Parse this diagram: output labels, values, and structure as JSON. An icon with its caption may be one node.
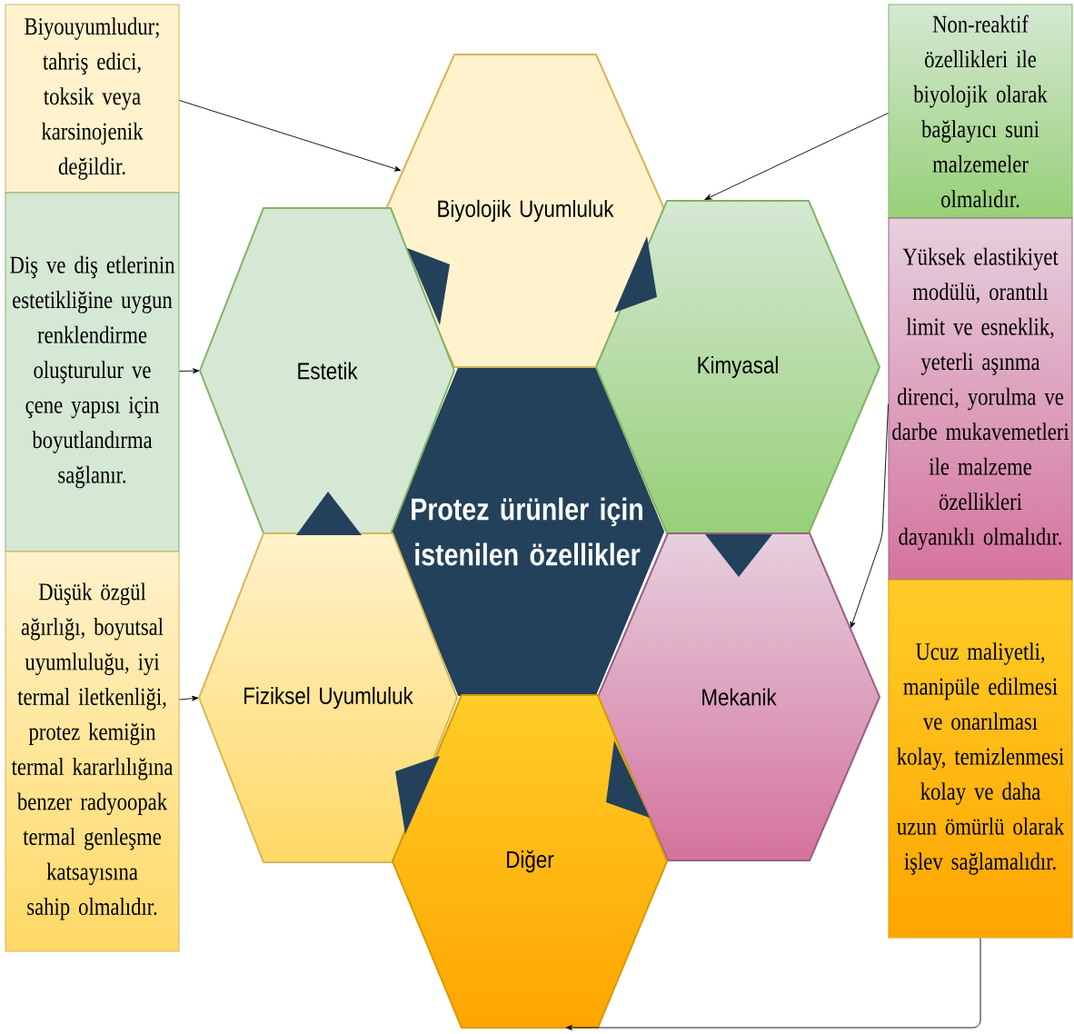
{
  "diagram": {
    "nodes": [
      {
        "text": [
          "Biyouyumludur; tahriş edici, toksik veya karsinojenik değildir."
        ]
      },
      {
        "text": [
          "Biyolojik Uyumluluk"
        ]
      },
      {
        "text": [
          "Non-reaktif özellikleri ile biyolojik olarak bağlayıcı suni malzemeler olmalıdır."
        ]
      },
      {
        "text": [
          "Diş ve diş etlerinin estetikliğine uygun renklendirme oluşturulur ve çene yapısı için boyutlandırma sağlanır."
        ]
      },
      {
        "text": [
          "Estetik"
        ]
      },
      {
        "text": [
          "Kimyasal"
        ]
      },
      {
        "text": [
          "Yüksek elastikiyet modülü, orantılı limit ve esneklik, yeterli aşınma direnci, yorulma ve darbe mukavemetleri ile malzeme özellikleri dayanıklı olmalıdır."
        ]
      },
      {
        "text": [
          "Protez ürünler için istenilen özellikler"
        ]
      },
      {
        "text": [
          "Düşük özgül ağırlığı, boyutsal uyumluluğu, iyi termal iletkenliği, protez kemiğin termal kararlılığına benzer radyoopak termal genleşme katsayısına sahip olmalıdır."
        ]
      },
      {
        "text": [
          "Fiziksel Uyumluluk"
        ]
      },
      {
        "text": [
          "Mekanik"
        ]
      },
      {
        "text": [
          "Ucuz maliyetli, manipüle edilmesi ve onarılması kolay, temizlenmesi kolay ve daha uzun ömürlü olarak işlev sağlamalıdır."
        ]
      },
      {
        "text": [
          "Diğer"
        ]
      }
    ],
    "edges": [
      {
        "from": 0,
        "to": 1,
        "arrow": "to"
      },
      {
        "from": 2,
        "to": 5,
        "arrow": "to"
      },
      {
        "from": 3,
        "to": 4,
        "arrow": "to"
      },
      {
        "from": 6,
        "to": 10,
        "arrow": "to"
      },
      {
        "from": 8,
        "to": 9,
        "arrow": "to"
      },
      {
        "from": 11,
        "to": 12,
        "arrow": "to"
      }
    ]
  }
}
